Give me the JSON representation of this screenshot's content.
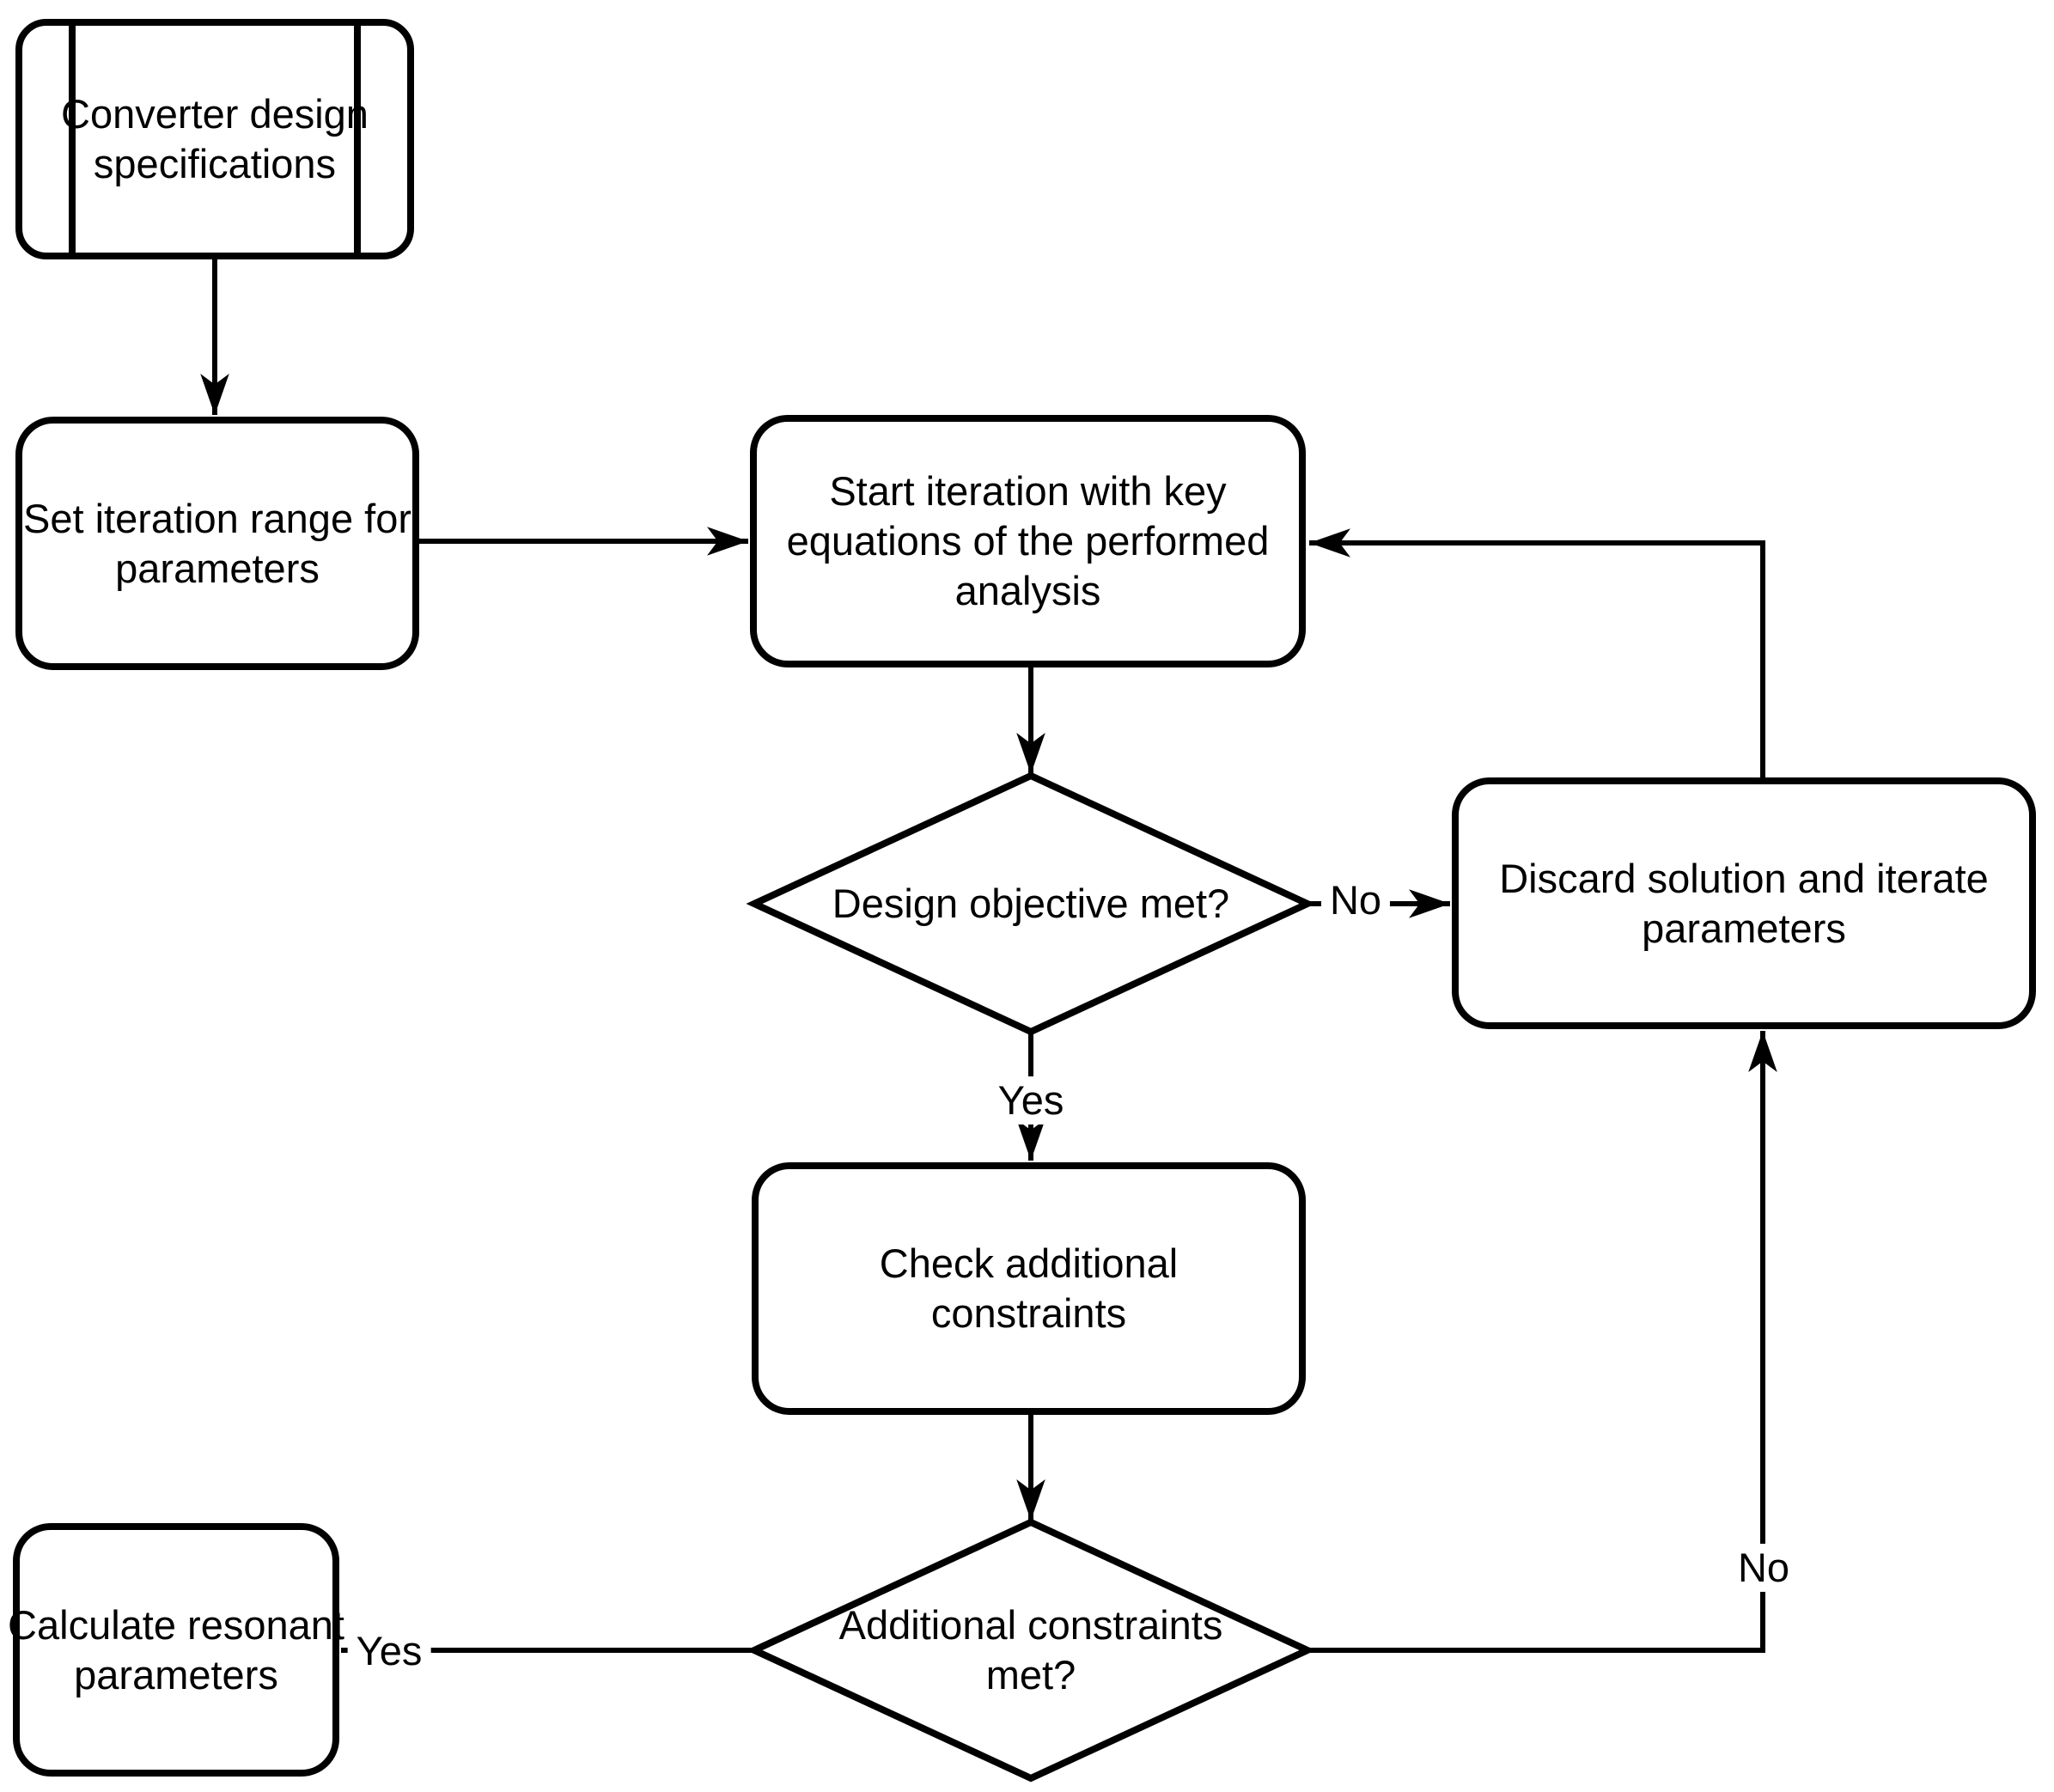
{
  "colors": {
    "ink": "#000000",
    "paper": "#ffffff"
  },
  "nodes": {
    "converter_specs": {
      "shape": "predefined-process",
      "lines": [
        "Converter design",
        "specifications"
      ]
    },
    "set_iteration_range": {
      "shape": "process",
      "lines": [
        "Set iteration range for",
        "parameters"
      ]
    },
    "start_iteration": {
      "shape": "process",
      "lines": [
        "Start iteration with key",
        "equations of the performed",
        "analysis"
      ]
    },
    "design_objective": {
      "shape": "decision",
      "lines": [
        "Design objective met?"
      ]
    },
    "discard_solution": {
      "shape": "process",
      "lines": [
        "Discard solution and iterate",
        "parameters"
      ]
    },
    "check_constraints": {
      "shape": "process",
      "lines": [
        "Check additional",
        "constraints"
      ]
    },
    "additional_constraints": {
      "shape": "decision",
      "lines": [
        "Additional constraints",
        "met?"
      ]
    },
    "calculate_resonant": {
      "shape": "process",
      "lines": [
        "Calculate resonant",
        "parameters"
      ]
    }
  },
  "edges": [
    {
      "from": "converter_specs",
      "to": "set_iteration_range",
      "label": ""
    },
    {
      "from": "set_iteration_range",
      "to": "start_iteration",
      "label": ""
    },
    {
      "from": "start_iteration",
      "to": "design_objective",
      "label": ""
    },
    {
      "from": "design_objective",
      "to": "discard_solution",
      "label": "No"
    },
    {
      "from": "design_objective",
      "to": "check_constraints",
      "label": "Yes"
    },
    {
      "from": "check_constraints",
      "to": "additional_constraints",
      "label": ""
    },
    {
      "from": "additional_constraints",
      "to": "calculate_resonant",
      "label": "Yes"
    },
    {
      "from": "additional_constraints",
      "to": "discard_solution",
      "label": "No"
    },
    {
      "from": "discard_solution",
      "to": "start_iteration",
      "label": ""
    }
  ]
}
